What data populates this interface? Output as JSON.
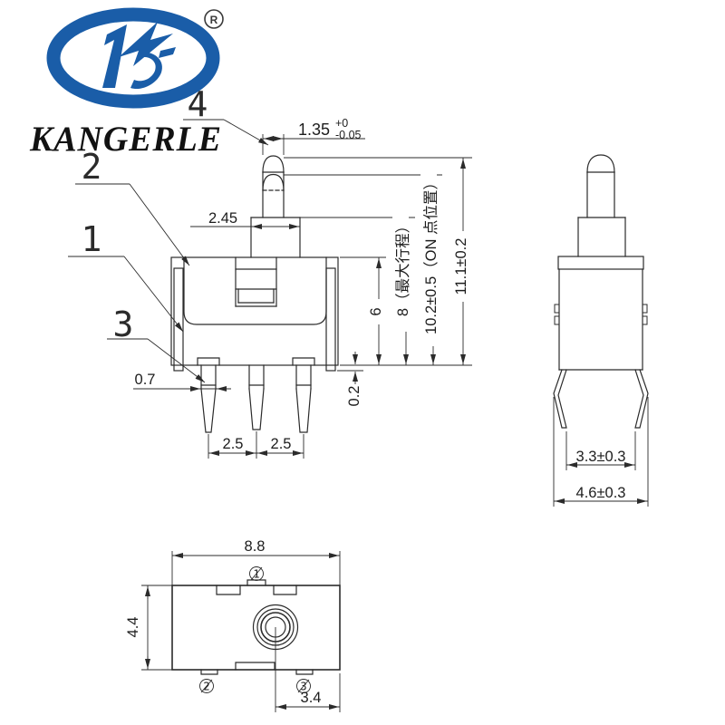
{
  "meta": {
    "drawing_type": "detector switch 3-view engineering drawing",
    "line_color": "#2b2b2b",
    "logo_blue": "#1a5da8",
    "background": "#ffffff"
  },
  "brand": {
    "name": "KANGERLE",
    "registered": "R"
  },
  "callouts": {
    "n1": "1",
    "n2": "2",
    "n3": "3",
    "n4": "4"
  },
  "front": {
    "plunger_dia": "1.35",
    "plunger_tol_up": "+0",
    "plunger_tol_dn": "-0.05",
    "neck_width": "2.45",
    "pin_width": "0.7",
    "pitch_a": "2.5",
    "pitch_b": "2.5",
    "standoff": "0.2",
    "body_height": "6",
    "travel": "8（最大行程）",
    "on_point": "10.2±0.5（ON 点位置）",
    "total_height": "11.1±0.2"
  },
  "side": {
    "tip_span": "3.3±0.3",
    "outer_span": "4.6±0.3"
  },
  "top": {
    "width": "8.8",
    "depth": "4.4",
    "center_offset": "3.4",
    "terminal_1": "1",
    "terminal_2": "2",
    "terminal_3": "3"
  }
}
